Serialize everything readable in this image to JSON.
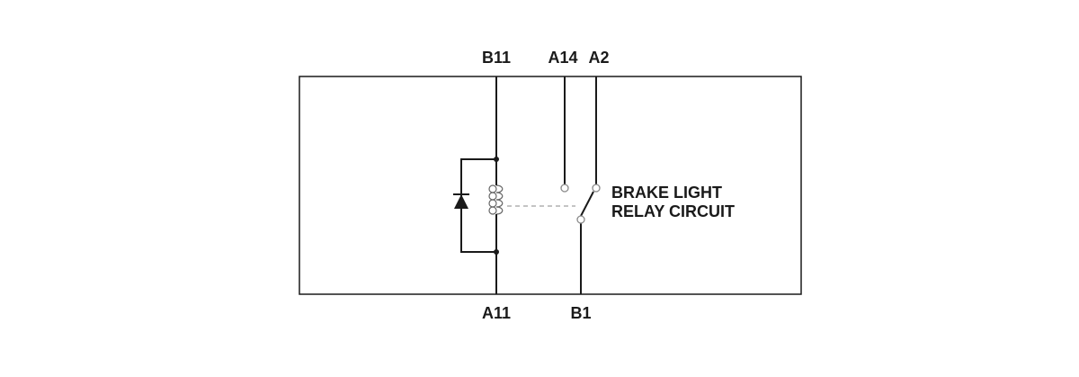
{
  "diagram": {
    "pins": {
      "b11": "B11",
      "a14": "A14",
      "a2": "A2",
      "a11": "A11",
      "b1": "B1"
    },
    "caption": {
      "line1": "BRAKE LIGHT",
      "line2": "RELAY CIRCUIT"
    },
    "colors": {
      "line": "#1a1a1a",
      "contact": "#8a8a8a",
      "dashed_link": "#b0b0b0",
      "coil": "#666666"
    }
  }
}
